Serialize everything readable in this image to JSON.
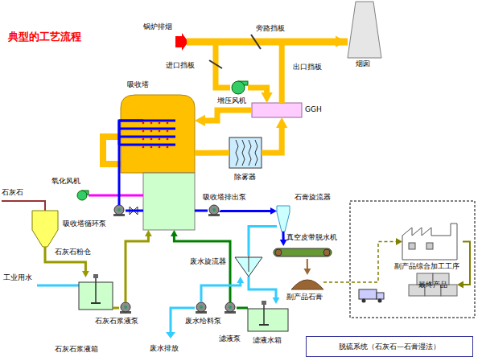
{
  "diagram": {
    "title": "典型的工艺流程",
    "nodes": [
      {
        "text": [
          "吸收塔"
        ]
      },
      {
        "text": [
          "增压风机"
        ]
      },
      {
        "text": [
          "GGH"
        ]
      },
      {
        "text": [
          "除雾器"
        ]
      },
      {
        "text": [
          "烟囱"
        ]
      },
      {
        "text": [
          "氧化风机"
        ]
      },
      {
        "text": [
          "石灰石粉仓"
        ]
      },
      {
        "text": [
          "吸收塔循环泵"
        ]
      },
      {
        "text": [
          "吸收塔排出泵"
        ]
      },
      {
        "text": [
          "石膏旋流器"
        ]
      },
      {
        "text": [
          "真空皮带脱水机"
        ]
      },
      {
        "text": [
          "副产品石膏"
        ]
      },
      {
        "text": [
          "废水旋流器"
        ]
      },
      {
        "text": [
          "石灰石浆液箱"
        ]
      },
      {
        "text": [
          "石灰石浆液泵"
        ]
      },
      {
        "text": [
          "废水给料泵"
        ]
      },
      {
        "text": [
          "滤液泵"
        ]
      },
      {
        "text": [
          "滤液水箱"
        ]
      },
      {
        "text": [
          "副产品综合加工工序"
        ]
      },
      {
        "text": [
          "最终产品"
        ]
      },
      {
        "text": [
          "脱硫系统（石灰石—石膏湿法）"
        ]
      }
    ],
    "edges": [
      {
        "from": 1,
        "to": 2,
        "arrow": "to"
      },
      {
        "from": 2,
        "to": 0,
        "arrow": "to"
      },
      {
        "from": 0,
        "to": 3,
        "arrow": "none"
      },
      {
        "from": 3,
        "to": 2,
        "arrow": "to"
      },
      {
        "from": 2,
        "to": 4,
        "arrow": "to"
      },
      {
        "from": 5,
        "to": 0,
        "arrow": "none"
      },
      {
        "from": 7,
        "to": 0,
        "arrow": "none"
      },
      {
        "from": 0,
        "to": 7,
        "arrow": "none"
      },
      {
        "from": 0,
        "to": 8,
        "arrow": "none"
      },
      {
        "from": 8,
        "to": 9,
        "arrow": "to"
      },
      {
        "from": 9,
        "to": 10,
        "arrow": "to"
      },
      {
        "from": 10,
        "to": 11,
        "arrow": "to"
      },
      {
        "from": 9,
        "to": 12,
        "arrow": "none"
      },
      {
        "from": 6,
        "to": 13,
        "arrow": "to"
      },
      {
        "from": 13,
        "to": 14,
        "arrow": "none"
      },
      {
        "from": 14,
        "to": 0,
        "arrow": "to"
      },
      {
        "from": 12,
        "to": 17,
        "arrow": "to"
      },
      {
        "from": 17,
        "to": 16,
        "arrow": "none"
      },
      {
        "from": 16,
        "to": 0,
        "arrow": "to"
      },
      {
        "from": 15,
        "to": 12,
        "arrow": "to"
      },
      {
        "from": 11,
        "to": 18,
        "arrow": "to"
      },
      {
        "from": 18,
        "to": 19,
        "arrow": "to"
      }
    ],
    "labels": [
      "锅炉排烟",
      "旁路挡板",
      "进口挡板",
      "出口挡板",
      "石灰石",
      "工业用水",
      "废水排放"
    ]
  }
}
